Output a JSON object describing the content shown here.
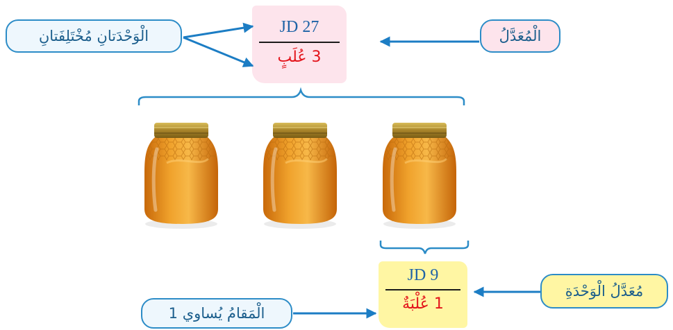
{
  "callouts": {
    "different_units": "الْوَحْدَتانِ مُخْتَلِفَتانِ",
    "rate": "الْمُعَدَّلُ",
    "unit_rate": "مُعَدَّلُ الْوَحْدَةِ",
    "denominator_one": "الْمَقامُ يُساوي 1"
  },
  "rate_fraction": {
    "numerator": "JD 27",
    "denominator": "3 عُلَبٍ"
  },
  "unit_fraction": {
    "numerator": "JD 9",
    "denominator": "1 عُلْبَةٌ"
  },
  "colors": {
    "callout_border": "#2c8cc7",
    "rate_fill": "#fde4ec",
    "unit_fill": "#fff6a3",
    "arrow": "#1c7dc4",
    "numerator": "#1e63a6",
    "denominator": "#e3141b",
    "honey": "#e08a16",
    "lid": "#b8962e"
  },
  "jar_count": 3
}
